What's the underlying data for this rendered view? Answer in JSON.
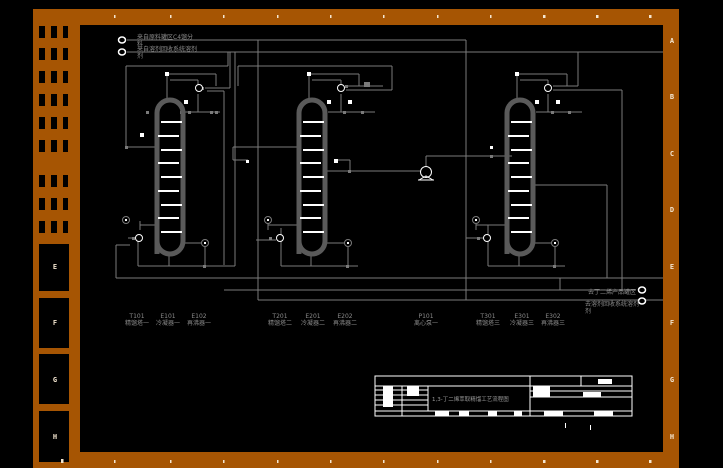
{
  "drawing": {
    "type": "process-flow-diagram",
    "colors": {
      "border": "#a65503",
      "background": "#000000",
      "line": "#7a7a7a",
      "column": "#5a5a5a",
      "tray": "#ffffff",
      "text": "#8a8a8a"
    },
    "title_block": {
      "title": "1,3-丁二烯萃取精馏工艺流程图"
    },
    "border": {
      "right_zones": [
        "A",
        "B",
        "C",
        "D",
        "E",
        "F",
        "G",
        "H"
      ],
      "left_zones": [
        "E",
        "F",
        "G",
        "H"
      ]
    },
    "streams": {
      "top_left": [
        {
          "label": "来自原料罐区C4馏分",
          "sub": "料"
        },
        {
          "label": "来自溶剂回收系统溶剂",
          "sub": "剂"
        }
      ],
      "right": [
        {
          "label": "去丁二烯产品罐区",
          "sub": ""
        },
        {
          "label": "去溶剂回收系统溶剂",
          "sub": "剂"
        }
      ]
    },
    "equipment": [
      {
        "tag": "T101",
        "name": "精馏塔一"
      },
      {
        "tag": "E101",
        "name": "冷凝器一"
      },
      {
        "tag": "E102",
        "name": "再沸器一"
      },
      {
        "tag": "T201",
        "name": "精馏塔二"
      },
      {
        "tag": "E201",
        "name": "冷凝器二"
      },
      {
        "tag": "E202",
        "name": "再沸器二"
      },
      {
        "tag": "P101",
        "name": "离心泵一"
      },
      {
        "tag": "T301",
        "name": "精馏塔三"
      },
      {
        "tag": "E301",
        "name": "冷凝器三"
      },
      {
        "tag": "E302",
        "name": "再沸器三"
      }
    ]
  }
}
